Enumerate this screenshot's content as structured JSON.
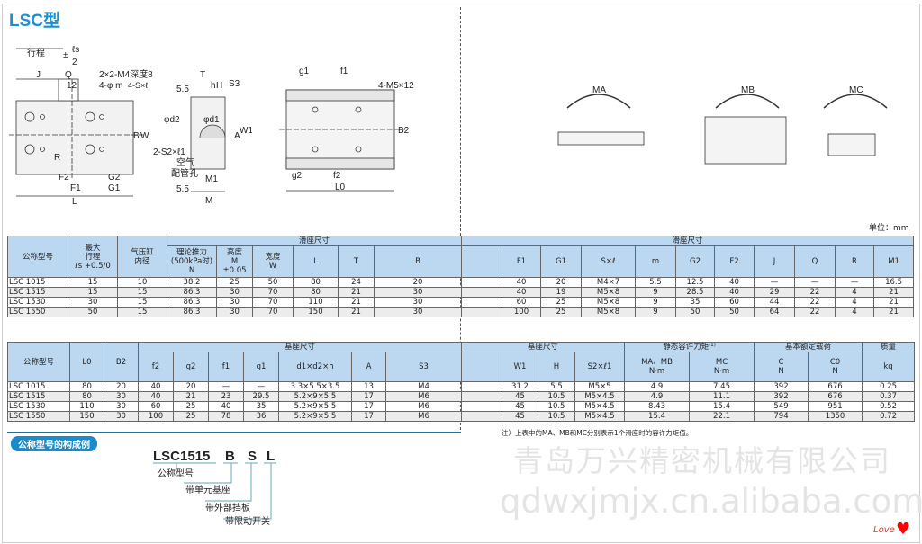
{
  "title": "LSC型",
  "unit": "单位：mm",
  "drawing_labels": {
    "front": [
      "行程",
      "±",
      "ℓs",
      "2",
      "J",
      "Q",
      "12",
      "2×2-M4深度8",
      "4-φ m",
      "4-S×ℓ",
      "B",
      "W",
      "R",
      "F2",
      "G2",
      "F1",
      "G1",
      "L"
    ],
    "side": [
      "T",
      "h",
      "H",
      "5.5",
      "S3",
      "φd2",
      "φd1",
      "A",
      "W1",
      "2-S2×ℓ1",
      "空气",
      "配管孔",
      "M1",
      "5.5",
      "M"
    ],
    "base": [
      "g1",
      "f1",
      "4-M5×12",
      "B2",
      "g2",
      "f2",
      "L0"
    ],
    "moments": [
      "MA",
      "MB",
      "MC"
    ]
  },
  "table1": {
    "group_left": "滑座尺寸",
    "group_right": "滑座尺寸",
    "headers_left": [
      "公称型号",
      "最大\n行程\nℓs +0.5/0",
      "气压缸\n内径",
      "理论推力\n(500kPa时)\nN",
      "高度\nM\n±0.05",
      "宽度\nW",
      "L",
      "T",
      "B"
    ],
    "headers_right": [
      "",
      "F1",
      "G1",
      "S×ℓ",
      "m",
      "G2",
      "F2",
      "J",
      "Q",
      "R",
      "M1"
    ],
    "rows_left": [
      [
        "LSC 1015",
        "15",
        "10",
        "38.2",
        "25",
        "50",
        "80",
        "24",
        "20"
      ],
      [
        "LSC 1515",
        "15",
        "15",
        "86.3",
        "30",
        "70",
        "80",
        "21",
        "30"
      ],
      [
        "LSC 1530",
        "30",
        "15",
        "86.3",
        "30",
        "70",
        "110",
        "21",
        "30"
      ],
      [
        "LSC 1550",
        "50",
        "15",
        "86.3",
        "30",
        "70",
        "150",
        "21",
        "30"
      ]
    ],
    "rows_right": [
      [
        "",
        "40",
        "20",
        "M4×7",
        "5.5",
        "12.5",
        "40",
        "—",
        "—",
        "—",
        "16.5"
      ],
      [
        "",
        "40",
        "19",
        "M5×8",
        "9",
        "28.5",
        "40",
        "29",
        "22",
        "4",
        "21"
      ],
      [
        "",
        "60",
        "25",
        "M5×8",
        "9",
        "35",
        "60",
        "44",
        "22",
        "4",
        "21"
      ],
      [
        "",
        "100",
        "25",
        "M5×8",
        "9",
        "50",
        "50",
        "64",
        "22",
        "4",
        "21"
      ]
    ]
  },
  "table2": {
    "group_left": "基座尺寸",
    "group_right_base": "基座尺寸",
    "group_moment": "静态容许力矩⁽¹⁾",
    "group_load": "基本额定载荷",
    "group_mass": "质量",
    "headers_left": [
      "公称型号",
      "L0",
      "B2",
      "f2",
      "g2",
      "f1",
      "g1",
      "d1×d2×h",
      "A",
      "S3"
    ],
    "headers_right": [
      "",
      "W1",
      "H",
      "S2×ℓ1",
      "MA、MB\nN·m",
      "MC\nN·m",
      "C\nN",
      "C0\nN",
      "kg"
    ],
    "rows_left": [
      [
        "LSC 1015",
        "80",
        "20",
        "40",
        "20",
        "—",
        "—",
        "3.3×5.5×3.5",
        "13",
        "M4"
      ],
      [
        "LSC 1515",
        "80",
        "30",
        "40",
        "21",
        "23",
        "29.5",
        "5.2×9×5.5",
        "17",
        "M6"
      ],
      [
        "LSC 1530",
        "110",
        "30",
        "60",
        "25",
        "40",
        "35",
        "5.2×9×5.5",
        "17",
        "M6"
      ],
      [
        "LSC 1550",
        "150",
        "30",
        "100",
        "25",
        "78",
        "36",
        "5.2×9×5.5",
        "17",
        "M6"
      ]
    ],
    "rows_right": [
      [
        "",
        "31.2",
        "5.5",
        "M5×5",
        "4.9",
        "7.45",
        "392",
        "676",
        "0.25"
      ],
      [
        "",
        "45",
        "10.5",
        "M5×4.5",
        "4.9",
        "11.1",
        "392",
        "676",
        "0.37"
      ],
      [
        "",
        "45",
        "10.5",
        "M5×4.5",
        "8.43",
        "15.4",
        "549",
        "951",
        "0.52"
      ],
      [
        "",
        "45",
        "10.5",
        "M5×4.5",
        "15.4",
        "22.1",
        "794",
        "1350",
        "0.72"
      ]
    ]
  },
  "note": "注）上表中的MA、MB和MC分别表示1个滑座时的容许力矩值。",
  "config_example": {
    "heading": "公称型号的构成例",
    "code_parts": [
      "LSC1515",
      "B",
      "S",
      "L"
    ],
    "descriptions": [
      "公称型号",
      "带单元基座",
      "带外部挡板",
      "带限动开关"
    ]
  },
  "watermark": {
    "line1": "青岛万兴精密机械有限公司",
    "line2": "qdwxjmjx.cn.alibaba.com",
    "badge": "Love"
  },
  "colors": {
    "accent": "#1a8ccc",
    "header_bg": "#bcd8f1",
    "alt_row": "#ececec"
  }
}
